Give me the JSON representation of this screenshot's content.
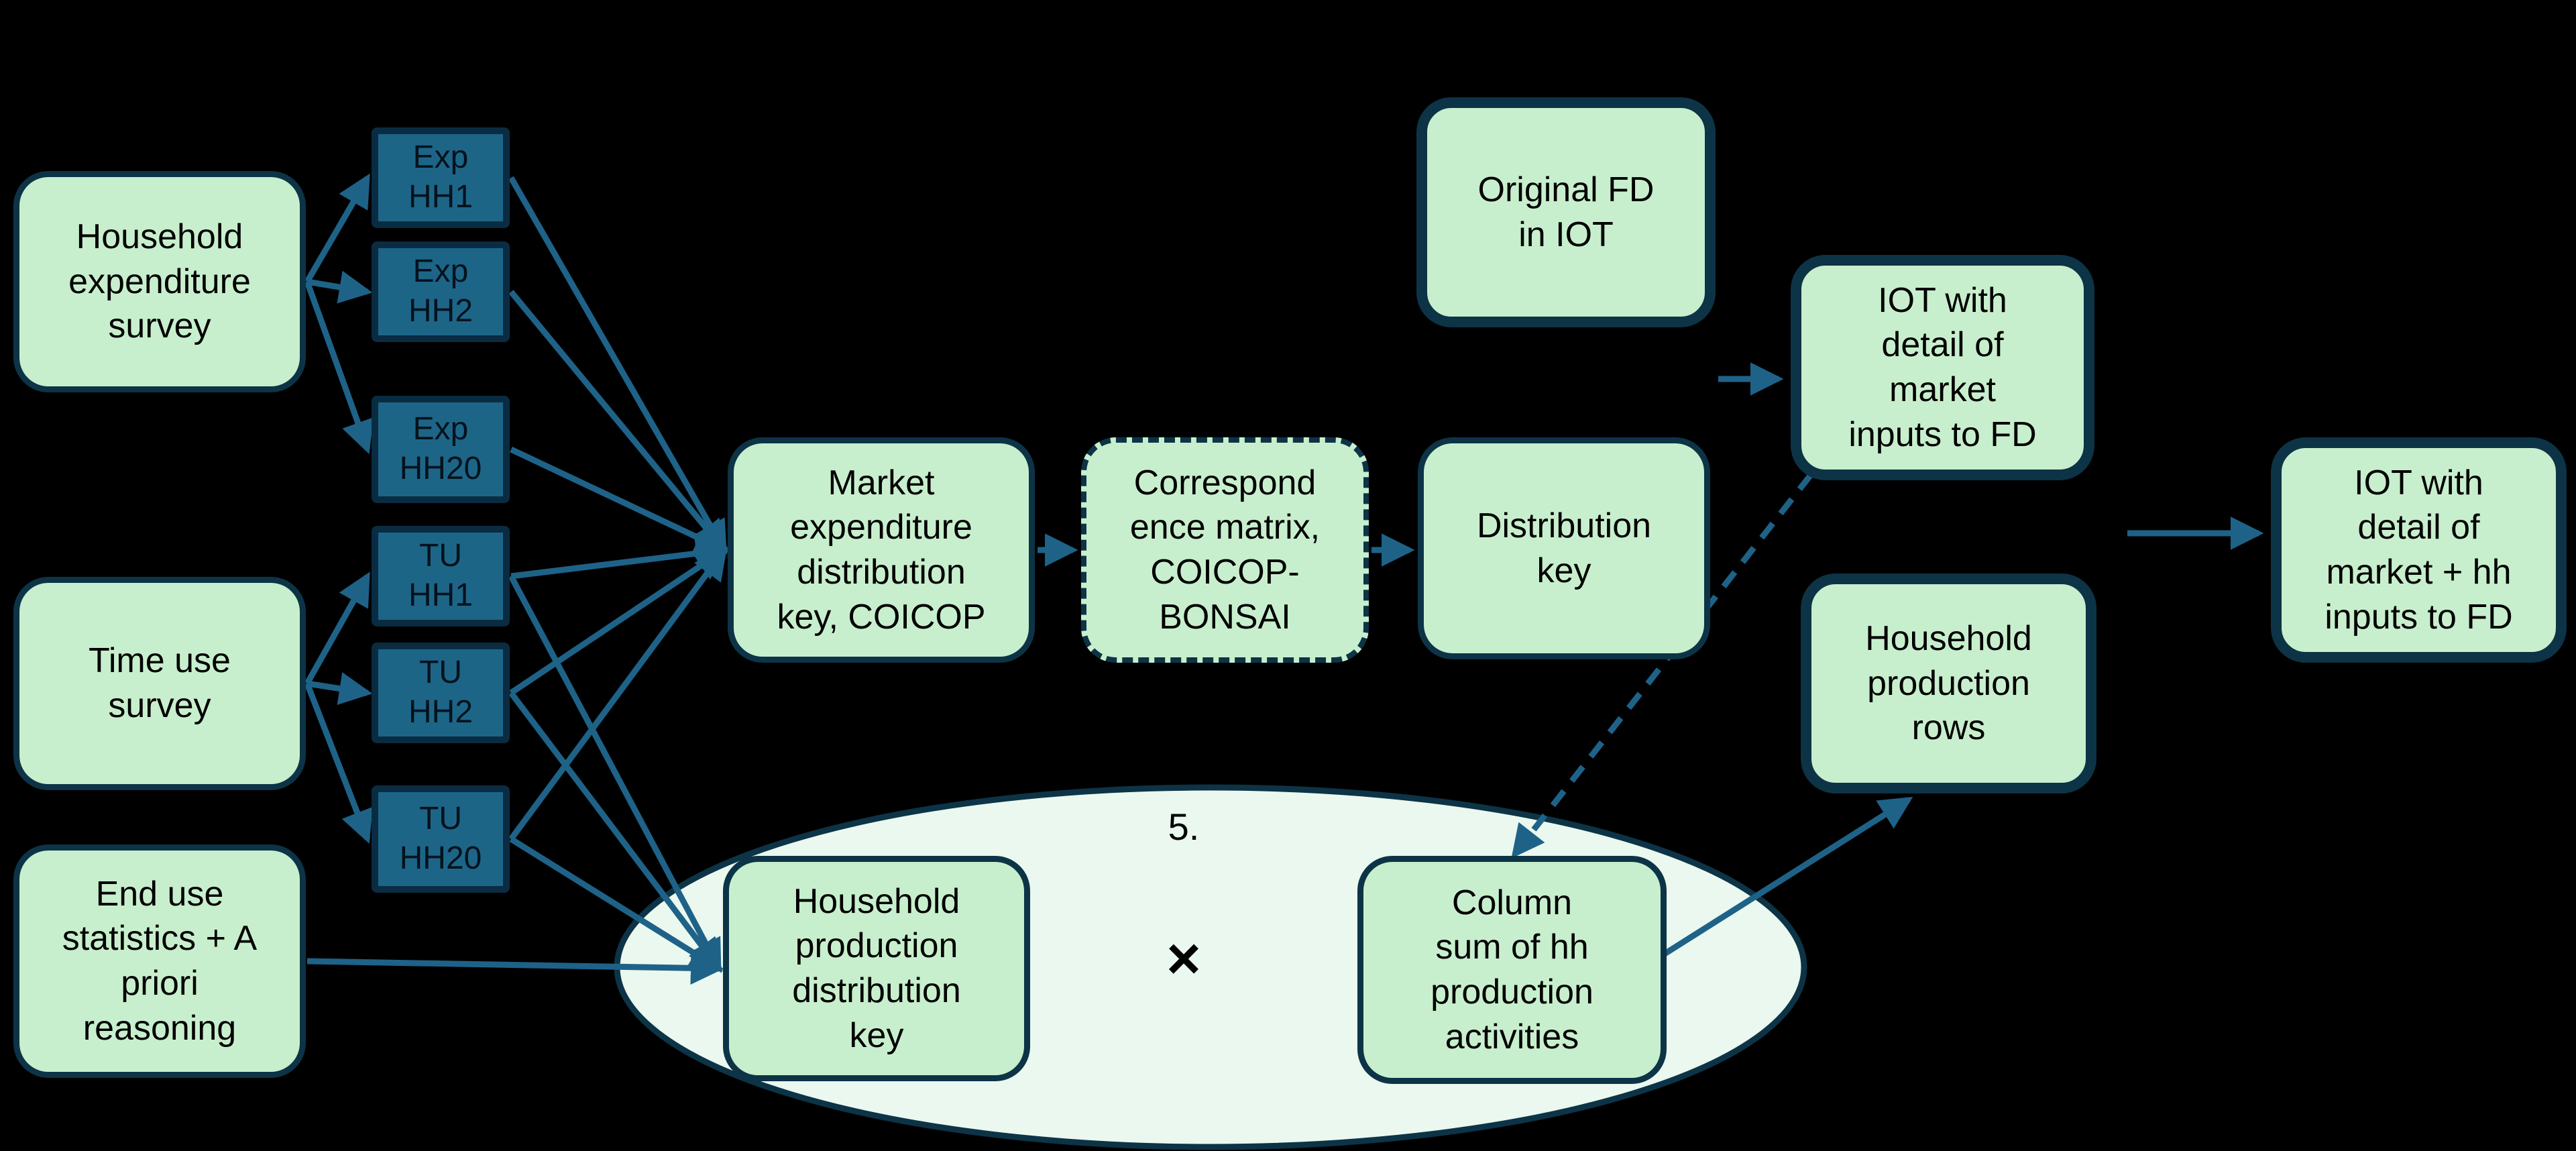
{
  "colors": {
    "background": "#000000",
    "node_fill": "#c8efcd",
    "node_border": "#0d3346",
    "ellipse_fill": "#eaf8ef",
    "hh_box_fill": "#1d6587",
    "hh_box_border": "#0a2c42",
    "connector": "#1e6288",
    "text": "#000000"
  },
  "nodes": {
    "household_expenditure_survey": {
      "label": "Household\nexpenditure\nsurvey"
    },
    "time_use_survey": {
      "label": "Time use\nsurvey"
    },
    "end_use_statistics": {
      "label": "End use\nstatistics + A\npriori\nreasoning"
    },
    "market_expenditure_key": {
      "label": "Market\nexpenditure\ndistribution\nkey, COICOP"
    },
    "correspondence_matrix": {
      "label": "Correspond\nence matrix,\nCOICOP-\nBONSAI"
    },
    "distribution_key": {
      "label": "Distribution\nkey"
    },
    "original_fd": {
      "label": "Original FD\nin IOT"
    },
    "iot_market": {
      "label": "IOT with\ndetail of\nmarket\ninputs to FD"
    },
    "household_production_rows": {
      "label": "Household\nproduction\nrows"
    },
    "iot_market_hh": {
      "label": "IOT with\ndetail of\nmarket + hh\ninputs to FD"
    },
    "household_production_key": {
      "label": "Household\nproduction\ndistribution\nkey"
    },
    "column_sum": {
      "label": "Column\nsum of hh\nproduction\nactivities"
    }
  },
  "hh_boxes": {
    "exp_hh1": {
      "label": "Exp\nHH1"
    },
    "exp_hh2": {
      "label": "Exp\nHH2"
    },
    "exp_hh20": {
      "label": "Exp\nHH20"
    },
    "tu_hh1": {
      "label": "TU\nHH1"
    },
    "tu_hh2": {
      "label": "TU\nHH2"
    },
    "tu_hh20": {
      "label": "TU\nHH20"
    }
  },
  "ellipse": {
    "step_label": "5.",
    "operator": "×"
  }
}
